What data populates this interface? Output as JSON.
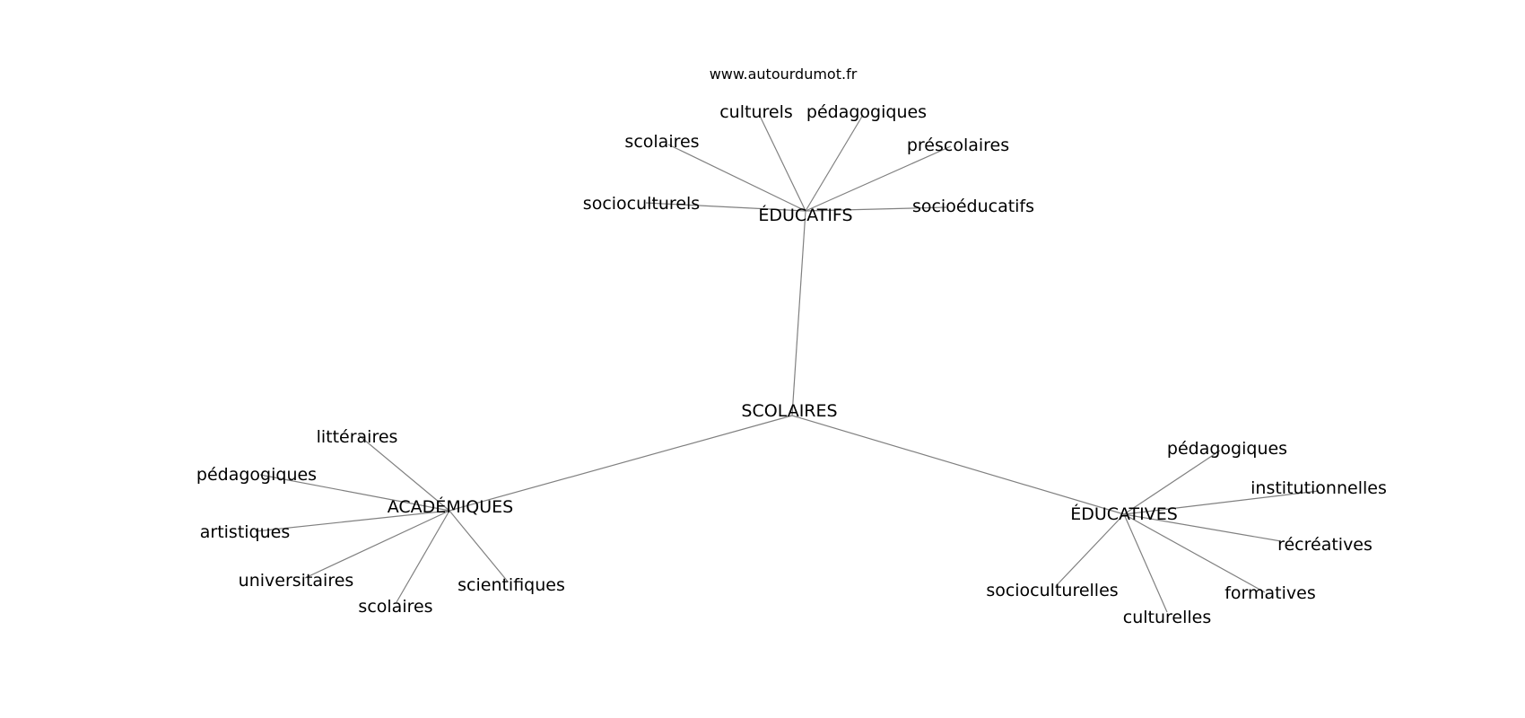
{
  "source": "www.autourdumot.fr",
  "center": "SCOLAIRES",
  "branches": [
    {
      "label": "ÉDUCATIFS",
      "children": [
        "culturels",
        "pédagogiques",
        "scolaires",
        "préscolaires",
        "socioculturels",
        "socioéducatifs"
      ]
    },
    {
      "label": "ACADÉMIQUES",
      "children": [
        "littéraires",
        "pédagogiques",
        "artistiques",
        "universitaires",
        "scolaires",
        "scientifiques"
      ]
    },
    {
      "label": "ÉDUCATIVES",
      "children": [
        "pédagogiques",
        "institutionnelles",
        "récréatives",
        "socioculturelles",
        "culturelles",
        "formatives"
      ]
    }
  ]
}
